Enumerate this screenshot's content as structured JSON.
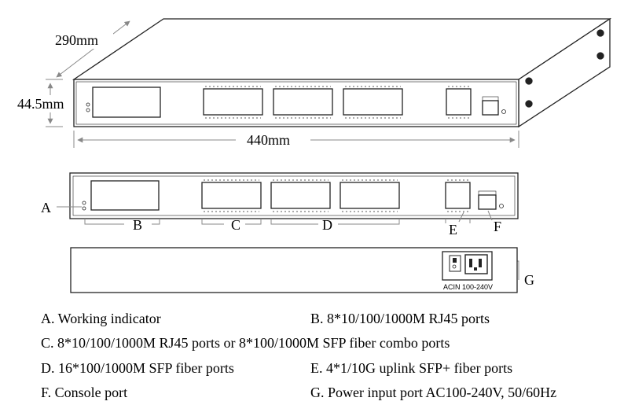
{
  "dimensions": {
    "depth": "290mm",
    "height": "44.5mm",
    "width": "440mm"
  },
  "callouts": [
    "A",
    "B",
    "C",
    "D",
    "E",
    "F",
    "G"
  ],
  "power_label": "ACIN 100-240V",
  "legend": {
    "A": "A. Working indicator",
    "B": "B. 8*10/100/1000M RJ45 ports",
    "C": "C. 8*10/100/1000M RJ45 ports or 8*100/1000M SFP fiber combo ports",
    "D": "D. 16*100/1000M SFP fiber ports",
    "E": "E. 4*1/10G uplink SFP+ fiber ports",
    "F": "F. Console port",
    "G": "G. Power input port AC100-240V, 50/60Hz"
  }
}
